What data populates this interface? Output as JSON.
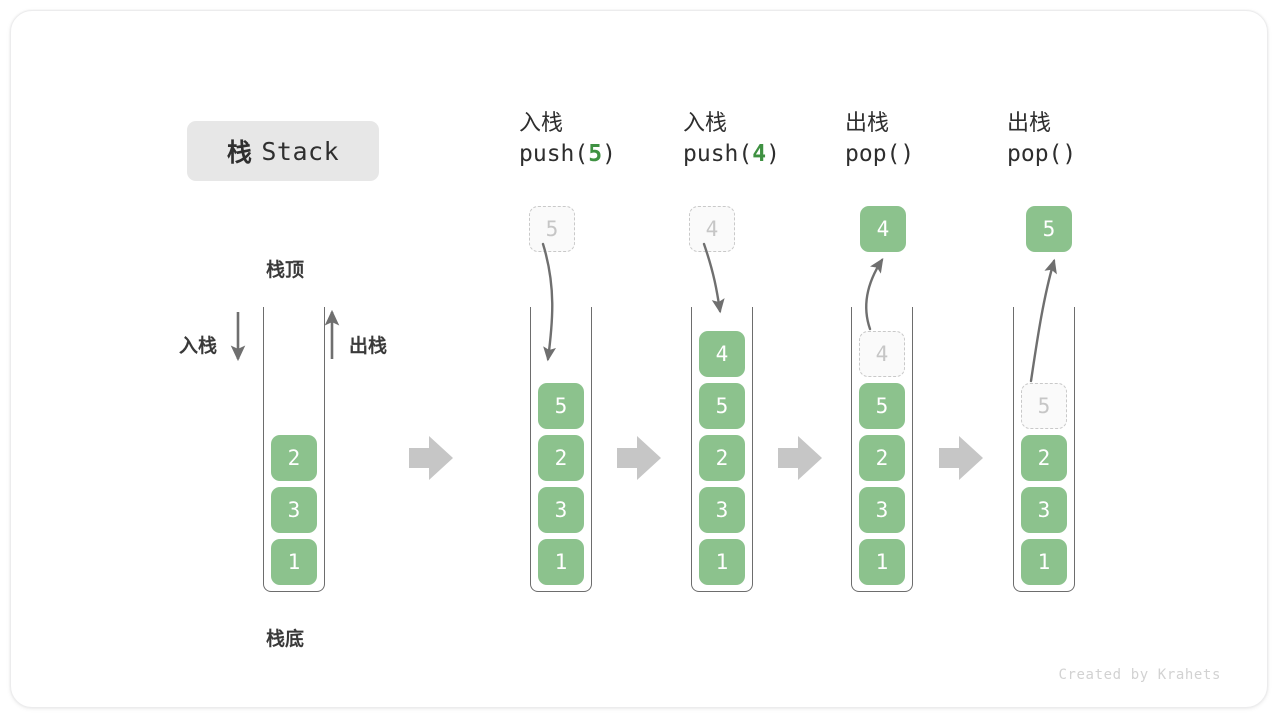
{
  "title": {
    "cn": "栈",
    "en": "Stack"
  },
  "base_stack": {
    "top_label": "栈顶",
    "bottom_label": "栈底",
    "push_label": "入栈",
    "pop_label": "出栈",
    "values": [
      "2",
      "3",
      "1"
    ]
  },
  "colors": {
    "cell_fill": "#8cc28d",
    "cell_text": "#ffffff",
    "ghost_fill": "#fafafa",
    "ghost_border": "#c9c9c9",
    "ghost_text": "#c6c6c6",
    "accent_green": "#3f9142",
    "container_stroke": "#6d6d6d",
    "flow_arrow": "#c6c6c6",
    "title_chip_bg": "#e7e7e7",
    "text_dark": "#2e2e2e",
    "credit_text": "#d2d2d2"
  },
  "steps": [
    {
      "id": "push5",
      "op_cn": "入栈",
      "code_prefix": "push(",
      "code_arg": "5",
      "code_suffix": ")",
      "floating": {
        "value": "5",
        "style": "ghost"
      },
      "arrow_direction": "down",
      "stack_values": [
        "5",
        "2",
        "3",
        "1"
      ],
      "ghost_in_stack": null
    },
    {
      "id": "push4",
      "op_cn": "入栈",
      "code_prefix": "push(",
      "code_arg": "4",
      "code_suffix": ")",
      "floating": {
        "value": "4",
        "style": "ghost"
      },
      "arrow_direction": "down",
      "stack_values": [
        "4",
        "5",
        "2",
        "3",
        "1"
      ],
      "ghost_in_stack": null
    },
    {
      "id": "pop1",
      "op_cn": "出栈",
      "code_prefix": "pop(",
      "code_arg": "",
      "code_suffix": ")",
      "floating": {
        "value": "4",
        "style": "solid"
      },
      "arrow_direction": "up",
      "stack_values": [
        "5",
        "2",
        "3",
        "1"
      ],
      "ghost_in_stack": "4"
    },
    {
      "id": "pop2",
      "op_cn": "出栈",
      "code_prefix": "pop(",
      "code_arg": "",
      "code_suffix": ")",
      "floating": {
        "value": "5",
        "style": "solid"
      },
      "arrow_direction": "up",
      "stack_values": [
        "2",
        "3",
        "1"
      ],
      "ghost_in_stack": "5"
    }
  ],
  "credit": "Created by Krahets"
}
